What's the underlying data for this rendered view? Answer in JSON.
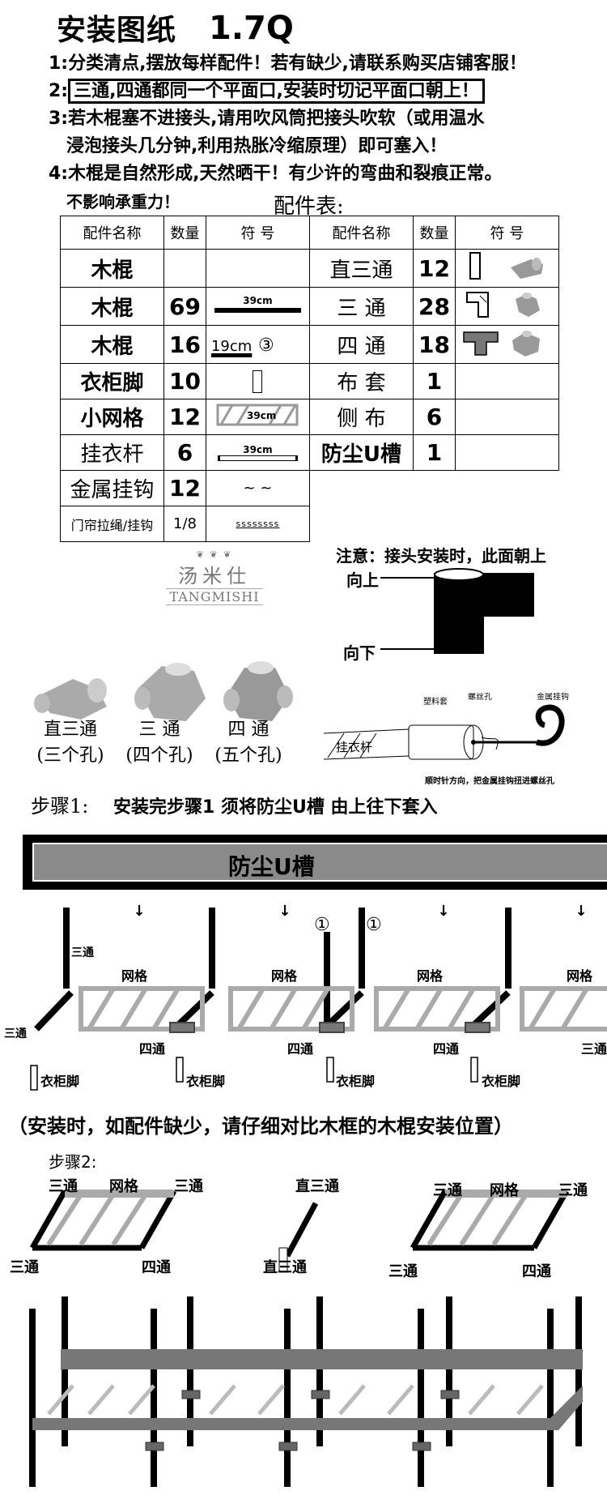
{
  "header": {
    "title": "安装图纸",
    "version": "1.7Q"
  },
  "notes": {
    "n1": "1:分类清点,摆放每样配件！若有缺少,请联系购买店铺客服！",
    "n2_prefix": "2:",
    "n2": "三通,四通都同一个平面口,安装时切记平面口朝上！",
    "n3a": "3:若木棍塞不进接头,请用吹风筒把接头吹软（或用温水",
    "n3b": "浸泡接头几分钟,利用热胀冷缩原理）即可塞入！",
    "n4a": "4:木棍是自然形成,天然晒干！有少许的弯曲和裂痕正常。",
    "n4b": "不影响承重力！"
  },
  "parts_title": "配件表:",
  "parts_table": {
    "headers": [
      "配件名称",
      "数量",
      "符 号",
      "配件名称",
      "数量",
      "符 号"
    ],
    "left": [
      {
        "name": "木棍",
        "qty": "",
        "sym": ""
      },
      {
        "name": "木棍",
        "qty": "69",
        "sym": "39cm"
      },
      {
        "name": "木棍",
        "qty": "16",
        "sym": "19cm",
        "sym2": "③"
      },
      {
        "name": "衣柜脚",
        "qty": "10",
        "sym": ""
      },
      {
        "name": "小网格",
        "qty": "12",
        "sym": "39cm"
      },
      {
        "name": "挂衣杆",
        "qty": "6",
        "sym": "39cm"
      },
      {
        "name": "金属挂钩",
        "qty": "12",
        "sym": "~ ~"
      },
      {
        "name": "门帘拉绳/挂钩",
        "qty": "1/8",
        "sym": "ssssssss"
      }
    ],
    "right": [
      {
        "name": "直三通",
        "qty": "12"
      },
      {
        "name": "三 通",
        "qty": "28"
      },
      {
        "name": "四 通",
        "qty": "18"
      },
      {
        "name": "布 套",
        "qty": "1"
      },
      {
        "name": "侧 布",
        "qty": "6"
      },
      {
        "name": "防尘U槽",
        "qty": "1"
      }
    ]
  },
  "logo": {
    "cn": "汤米仕",
    "en": "TANGMISHI"
  },
  "joint_note": {
    "title": "注意：接头安装时，此面朝上",
    "up": "向上",
    "down": "向下"
  },
  "fittings": [
    {
      "name": "直三通",
      "holes": "(三个孔)"
    },
    {
      "name": "三 通",
      "holes": "(四个孔)"
    },
    {
      "name": "四 通",
      "holes": "(五个孔)"
    }
  ],
  "hook_diagram": {
    "sleeve": "塑料套",
    "screw_hole": "螺丝孔",
    "hook": "金属挂钩",
    "rod": "挂衣杆",
    "caption": "顺时针方向，把金属挂钩扭进螺丝孔"
  },
  "step1": {
    "label": "步骤1:",
    "text": "安装完步骤1  须将防尘U槽 由上往下套入",
    "channel": "防尘U槽",
    "grid": "网格",
    "four_way": "四通",
    "three_way": "三通",
    "foot": "衣柜脚",
    "circle": "①"
  },
  "warning": "（安装时，如配件缺少，请仔细对比木框的木棍安装位置）",
  "step2": {
    "label": "步骤2:",
    "three_way": "三通",
    "grid": "网格",
    "four_way": "四通",
    "straight": "直三通"
  },
  "colors": {
    "black": "#000000",
    "gray": "#8a8a8a",
    "light_gray": "#c8c8c8"
  }
}
